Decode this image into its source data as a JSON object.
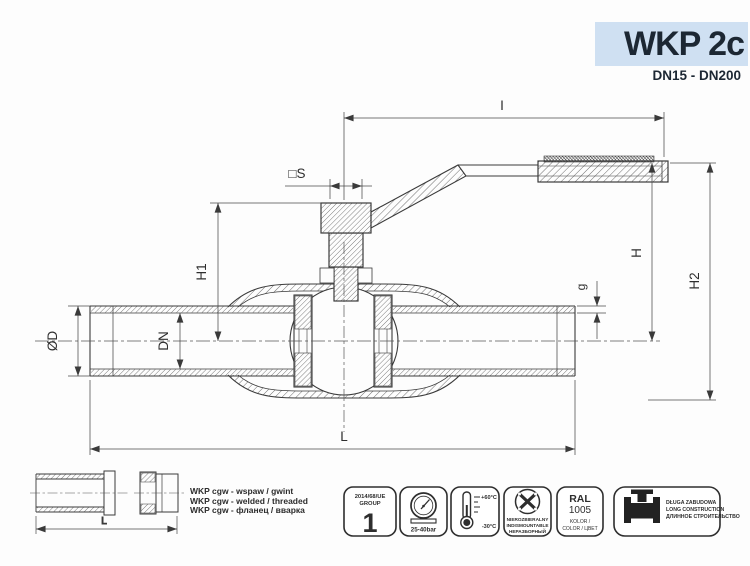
{
  "header": {
    "model": "WKP 2c",
    "range": "DN15 - DN200",
    "accent_bg": "#cfe0f2",
    "accent_text": "#1c2733"
  },
  "dimensions": {
    "I": "I",
    "S": "□S",
    "H": "H",
    "H1": "H1",
    "H2": "H2",
    "g": "g",
    "OD": "ØD",
    "DN": "DN",
    "L": "L",
    "L_small": "L"
  },
  "legend": {
    "lines": [
      "WKP cgw - wspaw / gwint",
      "WKP cgw - welded / threaded",
      "WKP cgw - фланец / вварка"
    ]
  },
  "badges": {
    "ped": {
      "directive": "2014/68/UE",
      "group_label": "GROUP",
      "group_value": "1"
    },
    "pressure": {
      "value": "25-40bar"
    },
    "temperature": {
      "max": "+60°C",
      "min": "-30°C"
    },
    "service": {
      "lines": [
        "NIEROZBIERALNY",
        "INDISMOUNTABLE",
        "НЕРАЗБОРНЫЙ"
      ]
    },
    "color": {
      "code": "RAL",
      "number": "1005",
      "caption1": "KOLOR /",
      "caption2": "COLOR / ЦВЕТ"
    },
    "construction": {
      "lines": [
        "DŁUGA ZABUDOWA",
        "LONG CONSTRUCTION",
        "ДЛИННОЕ СТРОИТЕЛЬСТВО"
      ]
    }
  }
}
